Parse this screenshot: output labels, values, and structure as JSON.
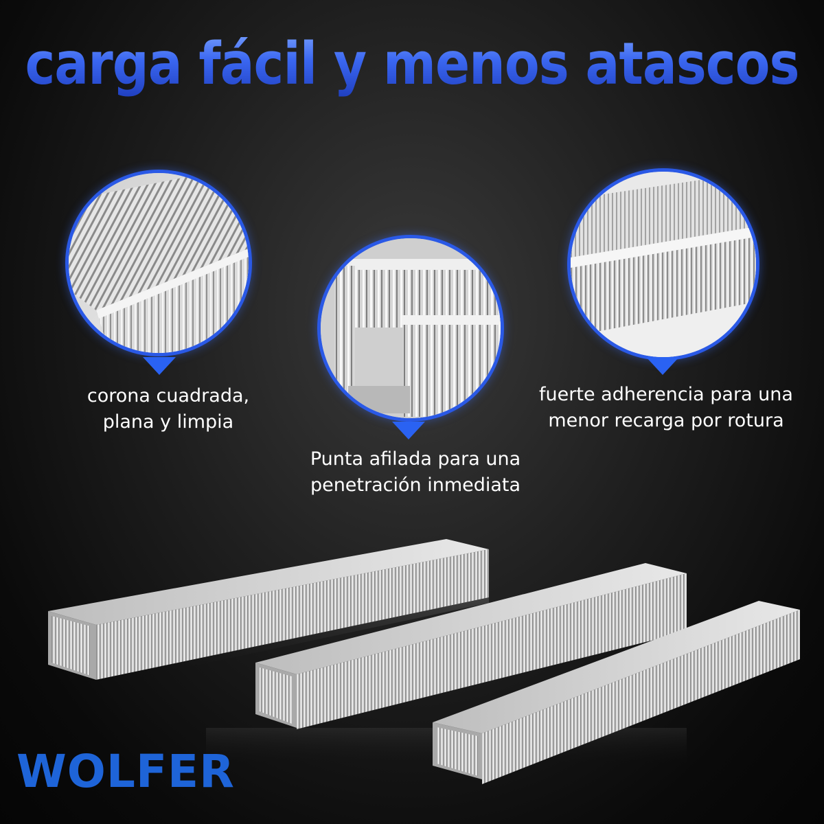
{
  "headline": "carga fácil y menos atascos",
  "features": [
    {
      "lines": [
        "corona cuadrada,",
        "plana y limpia"
      ],
      "image_icon": "staple-crown-closeup"
    },
    {
      "lines": [
        "Punta afilada para una",
        "penetración inmediata"
      ],
      "image_icon": "staple-leg-closeup"
    },
    {
      "lines": [
        "fuerte adherencia para una",
        "menor recarga por rotura"
      ],
      "image_icon": "staple-strip-closeup"
    }
  ],
  "brand": "WOLFER",
  "colors": {
    "accent": "#2a59e6",
    "brand": "#1e64d8",
    "background": "#111111",
    "text": "#ffffff"
  }
}
